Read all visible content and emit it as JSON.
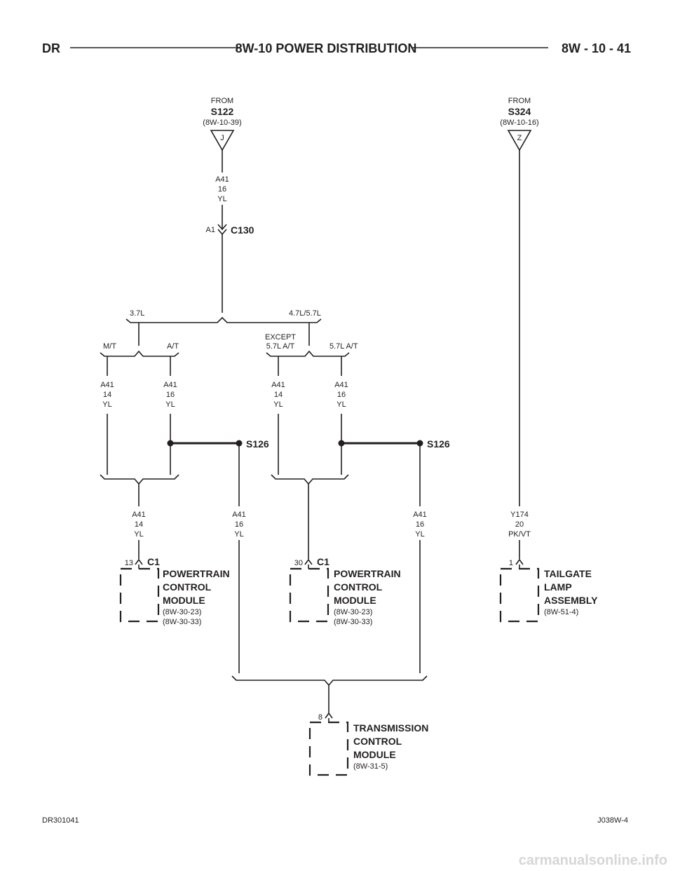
{
  "header": {
    "left": "DR",
    "title": "8W-10 POWER DISTRIBUTION",
    "right": "8W - 10 - 41"
  },
  "sources": [
    {
      "from": "FROM",
      "splice": "S122",
      "ref": "(8W-10-39)",
      "pin": "J"
    },
    {
      "from": "FROM",
      "splice": "S324",
      "ref": "(8W-10-16)",
      "pin": "Z"
    }
  ],
  "connector_c130": {
    "pin": "A1",
    "name": "C130"
  },
  "wires": {
    "top": [
      "A41",
      "16",
      "YL"
    ],
    "w1": [
      "A41",
      "14",
      "YL"
    ],
    "w2": [
      "A41",
      "16",
      "YL"
    ],
    "w3": [
      "A41",
      "14",
      "YL"
    ],
    "w4": [
      "A41",
      "16",
      "YL"
    ],
    "out_left": [
      "A41",
      "14",
      "YL"
    ],
    "out_mid": [
      "A41",
      "16",
      "YL"
    ],
    "out_right": [
      "A41",
      "16",
      "YL"
    ],
    "tailgate": [
      "Y174",
      "20",
      "PK/VT"
    ]
  },
  "options": {
    "eng1": "3.7L",
    "eng2": "4.7L/5.7L",
    "mt": "M/T",
    "at": "A/T",
    "except_line1": "EXCEPT",
    "except_line2": "5.7L A/T",
    "at57": "5.7L A/T"
  },
  "splices": [
    "S126",
    "S126"
  ],
  "components": {
    "pcm1": {
      "pin": "13",
      "conn": "C1",
      "name": [
        "POWERTRAIN",
        "CONTROL",
        "MODULE"
      ],
      "refs": [
        "(8W-30-23)",
        "(8W-30-33)"
      ]
    },
    "pcm2": {
      "pin": "30",
      "conn": "C1",
      "name": [
        "POWERTRAIN",
        "CONTROL",
        "MODULE"
      ],
      "refs": [
        "(8W-30-23)",
        "(8W-30-33)"
      ]
    },
    "tailgate": {
      "pin": "1",
      "name": [
        "TAILGATE",
        "LAMP",
        "ASSEMBLY"
      ],
      "refs": [
        "(8W-51-4)"
      ]
    },
    "tcm": {
      "pin": "8",
      "name": [
        "TRANSMISSION",
        "CONTROL",
        "MODULE"
      ],
      "refs": [
        "(8W-31-5)"
      ]
    }
  },
  "footer": {
    "left": "DR301041",
    "right": "J038W-4"
  },
  "watermark": "carmanualsonline.info"
}
